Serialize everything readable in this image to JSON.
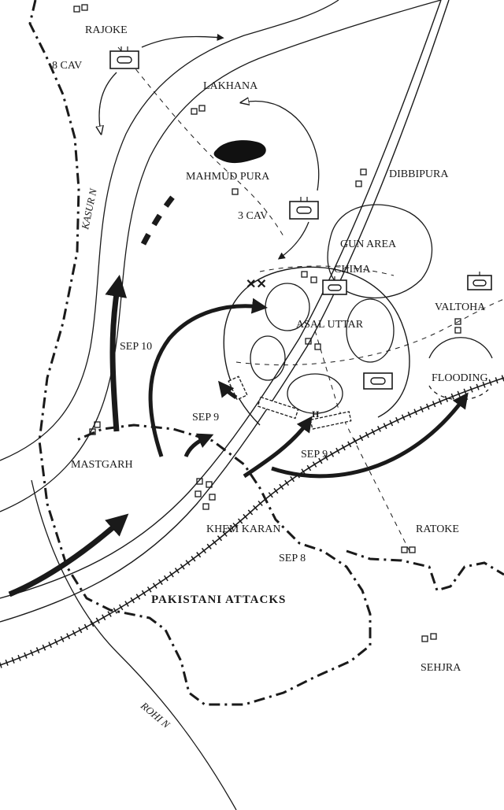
{
  "places": {
    "rajoke": "RAJOKE",
    "lakhana": "LAKHANA",
    "mahmud_pura": "MAHMUD PURA",
    "dibbipura": "DIBBIPURA",
    "gun_area": "GUN AREA",
    "chima": "CHIMA",
    "valtoha": "VALTOHA",
    "asal_uttar": "ASAL UTTAR",
    "flooding": "FLOODING",
    "mastgarh": "MASTGARH",
    "khem_karan": "KHEM KARAN",
    "ratoke": "RATOKE",
    "sehjra": "SEHJRA"
  },
  "units": {
    "cav8": "8 CAV",
    "cav3": "3 CAV"
  },
  "dates": {
    "sep10": "SEP 10",
    "sep9_west": "SEP 9",
    "sep9_east": "SEP 9",
    "sep8": "SEP 8"
  },
  "rivers": {
    "kasur": "KASUR N",
    "rohi": "ROHI N"
  },
  "caption": "PAKISTANI ATTACKS",
  "colors": {
    "ink": "#1a1a1a",
    "paper": "#ffffff",
    "water": "#111111"
  }
}
